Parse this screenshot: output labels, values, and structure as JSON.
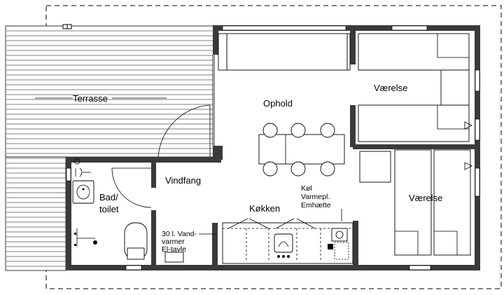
{
  "rooms": {
    "terrace": "Terrasse",
    "living": "Ophold",
    "bedroom_top": "Værelse",
    "bedroom_bottom": "Værelse",
    "entry": "Vindfang",
    "bath_line1": "Bad/",
    "bath_line2": "toilet",
    "kitchen": "Køkken"
  },
  "annotations": {
    "heater_line1": "30 l. Vand-",
    "heater_line2": "varmer",
    "heater_line3": "El-tavle",
    "appliance_line1": "Køl",
    "appliance_line2": "Varmepl.",
    "appliance_line3": "Emhætte"
  },
  "colors": {
    "wall": "#3a3a3a",
    "line": "#000000",
    "background": "#ffffff"
  }
}
